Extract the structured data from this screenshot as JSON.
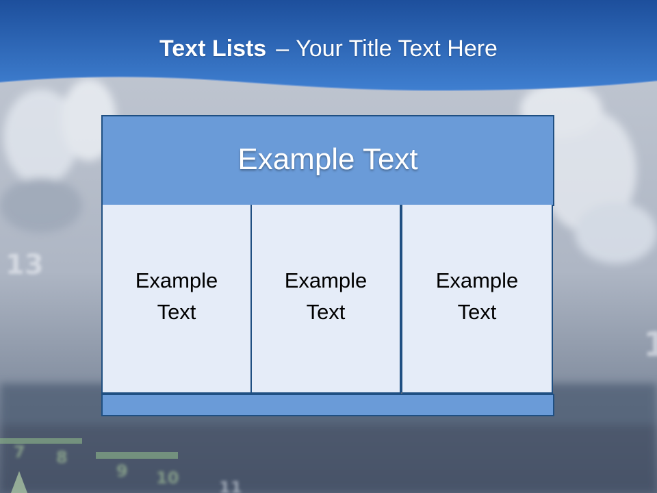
{
  "slide": {
    "title_bold": "Text Lists",
    "title_separator": "–",
    "title_rest": "Your Title Text Here"
  },
  "diagram": {
    "header": "Example Text",
    "columns": [
      {
        "line1": "Example",
        "line2": "Text"
      },
      {
        "line1": "Example",
        "line2": "Text"
      },
      {
        "line1": "Example",
        "line2": "Text"
      }
    ]
  },
  "colors": {
    "banner_blue": "#2f6cc0",
    "header_fill": "#6a9bd8",
    "column_fill": "#e5ecf8",
    "border": "#1f4f82"
  }
}
